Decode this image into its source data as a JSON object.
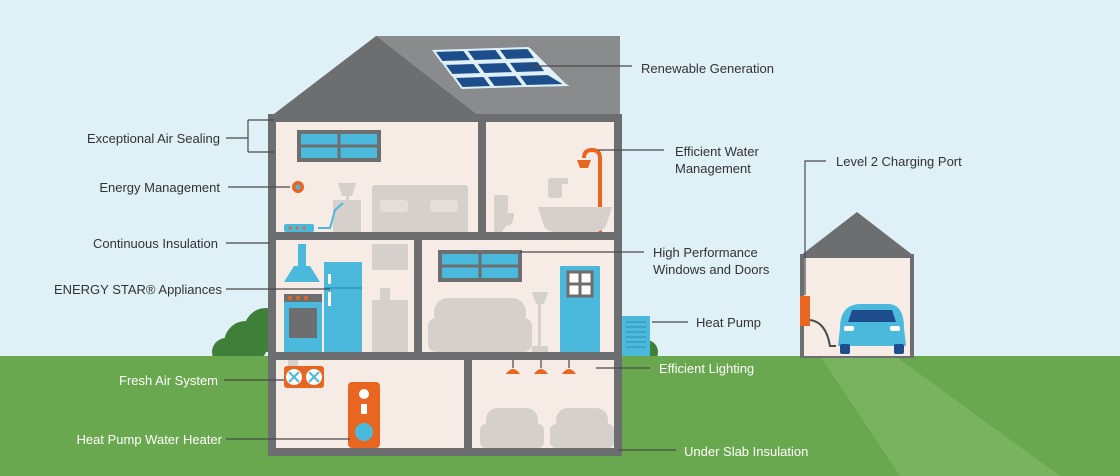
{
  "colors": {
    "sky": "#dff0f7",
    "grass": "#6aa84f",
    "grass_dark": "#5e9a45",
    "wall": "#6d6e70",
    "roof": "#6d6e70",
    "room": "#f6ebe5",
    "furniture": "#d6d0cc",
    "accent_blue": "#4ab9dc",
    "accent_orange": "#e8661f",
    "solar": "#1e4d8c",
    "leader": "#4a4a4a"
  },
  "labels": {
    "renewable_generation": "Renewable Generation",
    "exceptional_air_sealing": "Exceptional Air Sealing",
    "efficient_water_management": [
      "Efficient Water",
      "Management"
    ],
    "level2_charging_port": "Level 2 Charging Port",
    "energy_management": "Energy Management",
    "continuous_insulation": "Continuous Insulation",
    "high_performance_windows": [
      "High Performance",
      "Windows and Doors"
    ],
    "energy_star_appliances": "ENERGY STAR® Appliances",
    "heat_pump": "Heat Pump",
    "fresh_air_system": "Fresh Air System",
    "efficient_lighting": "Efficient Lighting",
    "heat_pump_water_heater": "Heat Pump Water Heater",
    "under_slab_insulation": "Under Slab Insulation"
  },
  "icons": {
    "solar_panels": "solar-panel-icon",
    "window": "window-icon",
    "thermostat": "thermostat-icon",
    "power_strip": "power-strip-icon",
    "shower": "shower-icon",
    "range_hood": "range-hood-icon",
    "refrigerator": "refrigerator-icon",
    "oven": "oven-icon",
    "door": "door-icon",
    "heat_pump_unit": "heat-pump-icon",
    "fresh_air_fans": "fan-icon",
    "water_heater": "water-heater-icon",
    "lights": "ceiling-light-icon",
    "charger": "ev-charger-icon",
    "car": "electric-car-icon"
  }
}
